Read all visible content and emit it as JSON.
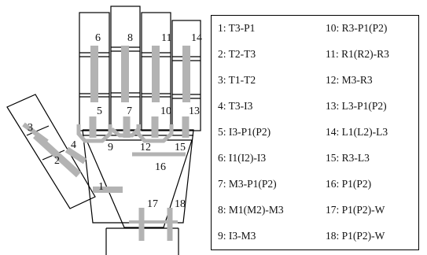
{
  "diagram": {
    "sensor_numbers": [
      "1",
      "2",
      "3",
      "4",
      "5",
      "6",
      "7",
      "8",
      "9",
      "10",
      "11",
      "12",
      "13",
      "14",
      "15",
      "16",
      "17",
      "18"
    ],
    "colors": {
      "outline": "#000000",
      "sensor": "#b3b3b3",
      "text": "#111111"
    }
  },
  "legend": {
    "left_column": [
      "1: T3-P1",
      "2: T2-T3",
      "3: T1-T2",
      "4: T3-I3",
      "5: I3-P1(P2)",
      "6: I1(I2)-I3",
      "7: M3-P1(P2)",
      "8: M1(M2)-M3",
      "9: I3-M3"
    ],
    "right_column": [
      "10: R3-P1(P2)",
      "11: R1(R2)-R3",
      "12: M3-R3",
      "13: L3-P1(P2)",
      "14: L1(L2)-L3",
      "15: R3-L3",
      "16: P1(P2)",
      "17: P1(P2)-W",
      "18: P1(P2)-W"
    ]
  }
}
